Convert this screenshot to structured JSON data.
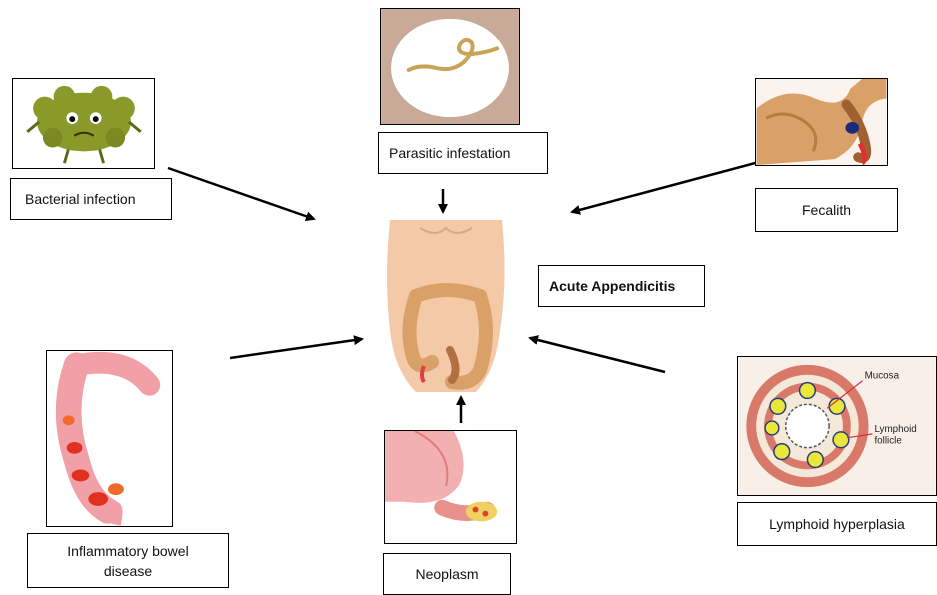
{
  "diagram": {
    "center": {
      "label": "Acute Appendicitis"
    },
    "causes": {
      "bacterial": "Bacterial infection",
      "parasitic": "Parasitic infestation",
      "fecalith": "Fecalith",
      "ibd": "Inflammatory bowel disease",
      "neoplasm": "Neoplasm",
      "lymphoid": "Lymphoid hyperplasia"
    },
    "lymphoid_labels": {
      "mucosa": "Mucosa",
      "follicle_line1": "Lymphoid",
      "follicle_line2": "follicle"
    },
    "colors": {
      "germ": "#8a9a2a",
      "skin": "#f4c9a8",
      "colon": "#d9a067",
      "ibd_colon": "#f2a0a8",
      "inflamed": "#e0301e",
      "worm": "#c8a456",
      "lymph_ring": "#d9796a",
      "follicle": "#e8e83a"
    }
  }
}
